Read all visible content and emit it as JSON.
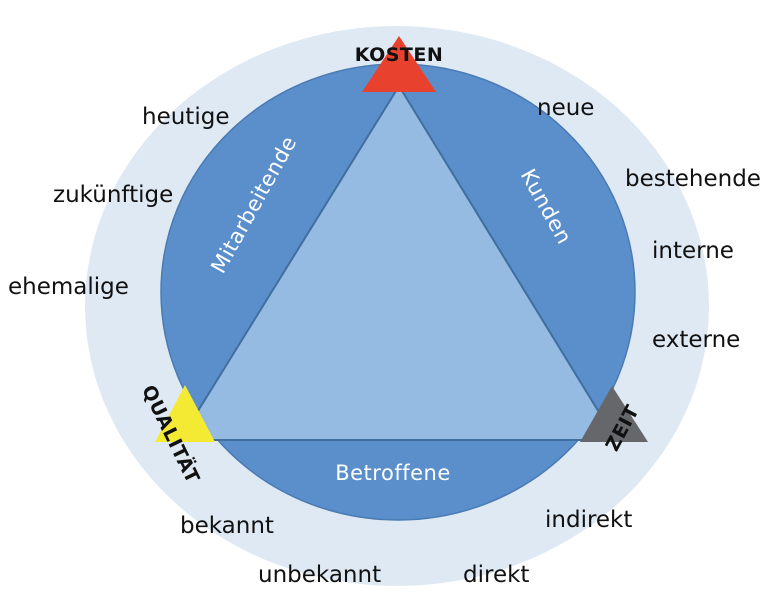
{
  "corners": {
    "top": {
      "label": "KOSTEN",
      "color": "#e8412d"
    },
    "left": {
      "label": "QUALITÄT",
      "color": "#f5ea33"
    },
    "right": {
      "label": "ZEIT",
      "color": "#66676a"
    }
  },
  "segments": {
    "left": "Mitarbeitende",
    "right": "Kunden",
    "bottom": "Betroffene"
  },
  "outer_words": {
    "left": [
      "heutige",
      "zukünftige",
      "ehemalige"
    ],
    "right": [
      "neue",
      "bestehende",
      "interne",
      "externe"
    ],
    "bottom_right": [
      "indirekt",
      "direkt"
    ],
    "bottom_left": [
      "bekannt",
      "unbekannt"
    ]
  },
  "colors": {
    "outer_ring": "#dfe9f4",
    "middle_ring": "#5b8fcb",
    "inner_triangle": "#95bbe2",
    "edge_stroke": "#3f6e9f"
  }
}
